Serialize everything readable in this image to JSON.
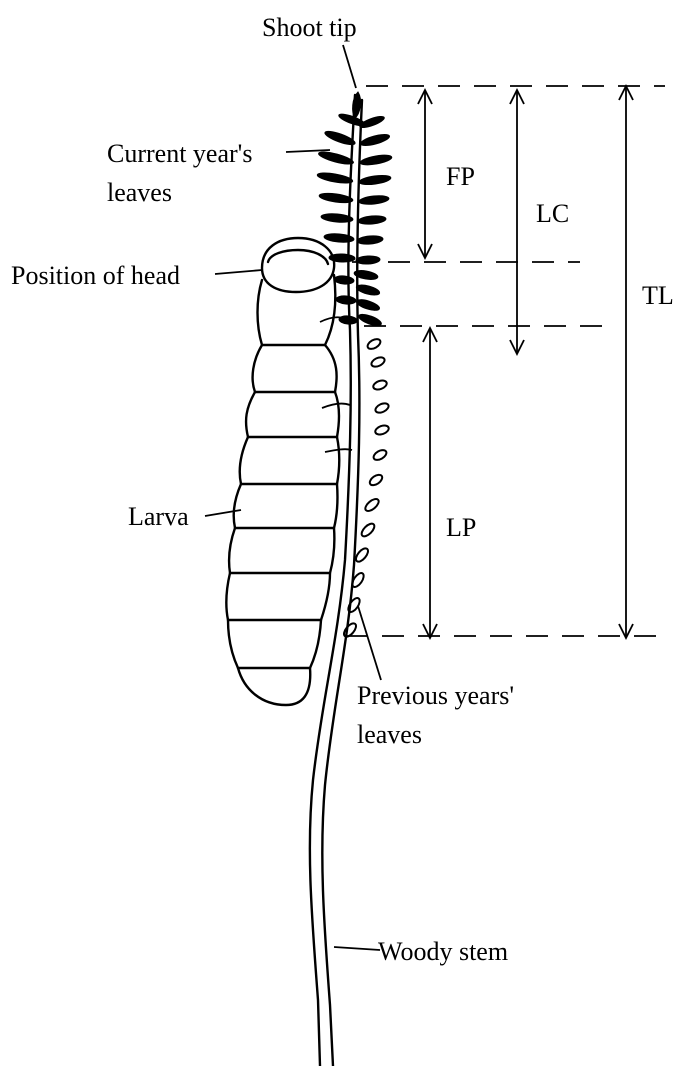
{
  "labels": {
    "shoot_tip": "Shoot tip",
    "current_leaves_line1": "Current year's",
    "current_leaves_line2": "leaves",
    "position_of_head": "Position of head",
    "larva": "Larva",
    "previous_leaves_line1": "Previous years'",
    "previous_leaves_line2": "leaves",
    "woody_stem": "Woody stem"
  },
  "measurements": {
    "fp": "FP",
    "lc": "LC",
    "tl": "TL",
    "lp": "LP"
  }
}
